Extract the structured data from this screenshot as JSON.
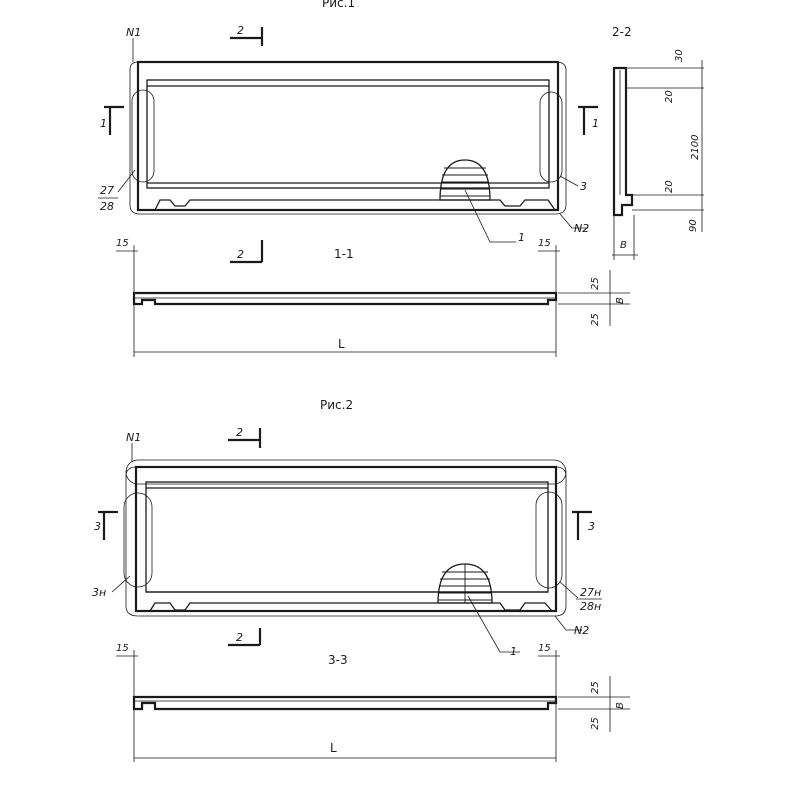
{
  "figure1": {
    "caption": "Рис.1",
    "label_n1": "N1",
    "label_n2": "N2",
    "section_2_top": "2",
    "section_2_bottom": "2",
    "section_1_left": "1",
    "section_1_right": "1",
    "callout_27": "27",
    "callout_28": "28",
    "callout_3": "3",
    "callout_1": "1",
    "section_title": "1-1",
    "dim_15_left": "15",
    "dim_15_right": "15",
    "dim_25_top": "25",
    "dim_25_bottom": "25",
    "dim_b": "B",
    "dim_L": "L"
  },
  "section22": {
    "title": "2-2",
    "dim_30": "30",
    "dim_20_top": "20",
    "dim_2100": "2100",
    "dim_20_bottom": "20",
    "dim_90": "90",
    "dim_b": "B"
  },
  "figure2": {
    "caption": "Рис.2",
    "label_n1": "N1",
    "label_n2": "N2",
    "section_2_top": "2",
    "section_2_bottom": "2",
    "section_3_left": "3",
    "section_3_right": "3",
    "callout_3h": "3н",
    "callout_27h": "27н",
    "callout_28h": "28н",
    "callout_1": "1",
    "section_title": "3-3",
    "dim_15_left": "15",
    "dim_15_right": "15",
    "dim_25_top": "25",
    "dim_25_bottom": "25",
    "dim_b": "B",
    "dim_L": "L"
  }
}
